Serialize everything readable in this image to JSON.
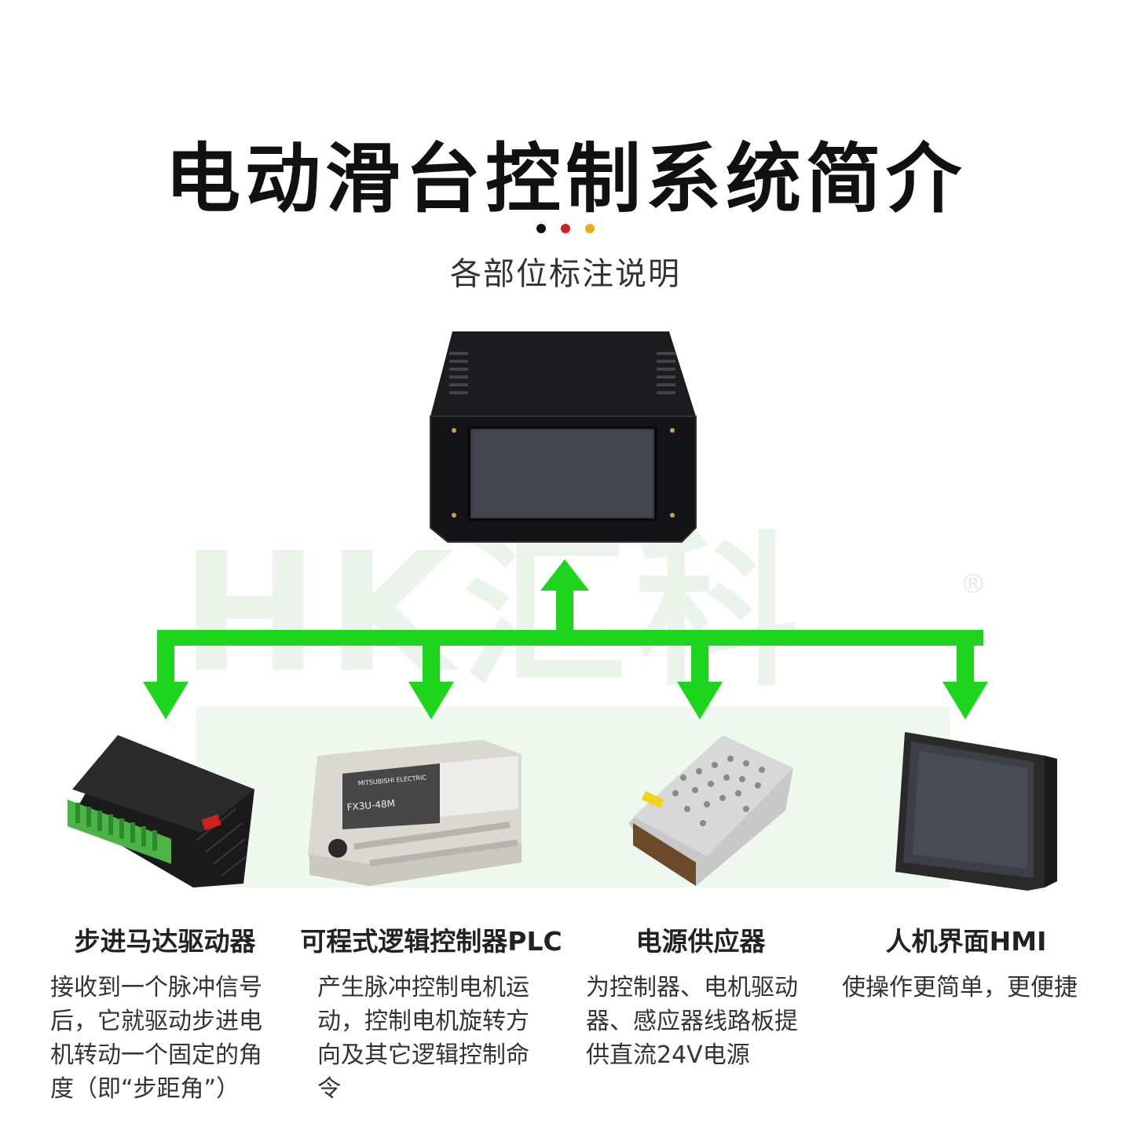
{
  "title": "电动滑台控制系统简介",
  "subtitle": "各部位标注说明",
  "dots": [
    "#111111",
    "#d32020",
    "#e6b012"
  ],
  "watermark": "HK汇科",
  "colors": {
    "arrow": "#1ed51e"
  },
  "components": [
    {
      "label": "步进马达驱动器",
      "desc": [
        "接收到一个脉冲信号",
        "后，它就驱动步进电",
        "机转动一个固定的角",
        "度（即“步距角”）"
      ]
    },
    {
      "label": "可程式逻辑控制器PLC",
      "desc": [
        "产生脉冲控制电机运",
        "动，控制电机旋转方",
        "向及其它逻辑控制命",
        "令"
      ]
    },
    {
      "label": "电源供应器",
      "desc": [
        "为控制器、电机驱动",
        "器、感应器线路板提",
        "供直流24V电源"
      ]
    },
    {
      "label": "人机界面HMI",
      "desc": [
        "使操作更简单，更便捷"
      ]
    }
  ],
  "plc_brand": "MITSUBISHI ELECTRIC",
  "plc_model": "FX3U-48M"
}
